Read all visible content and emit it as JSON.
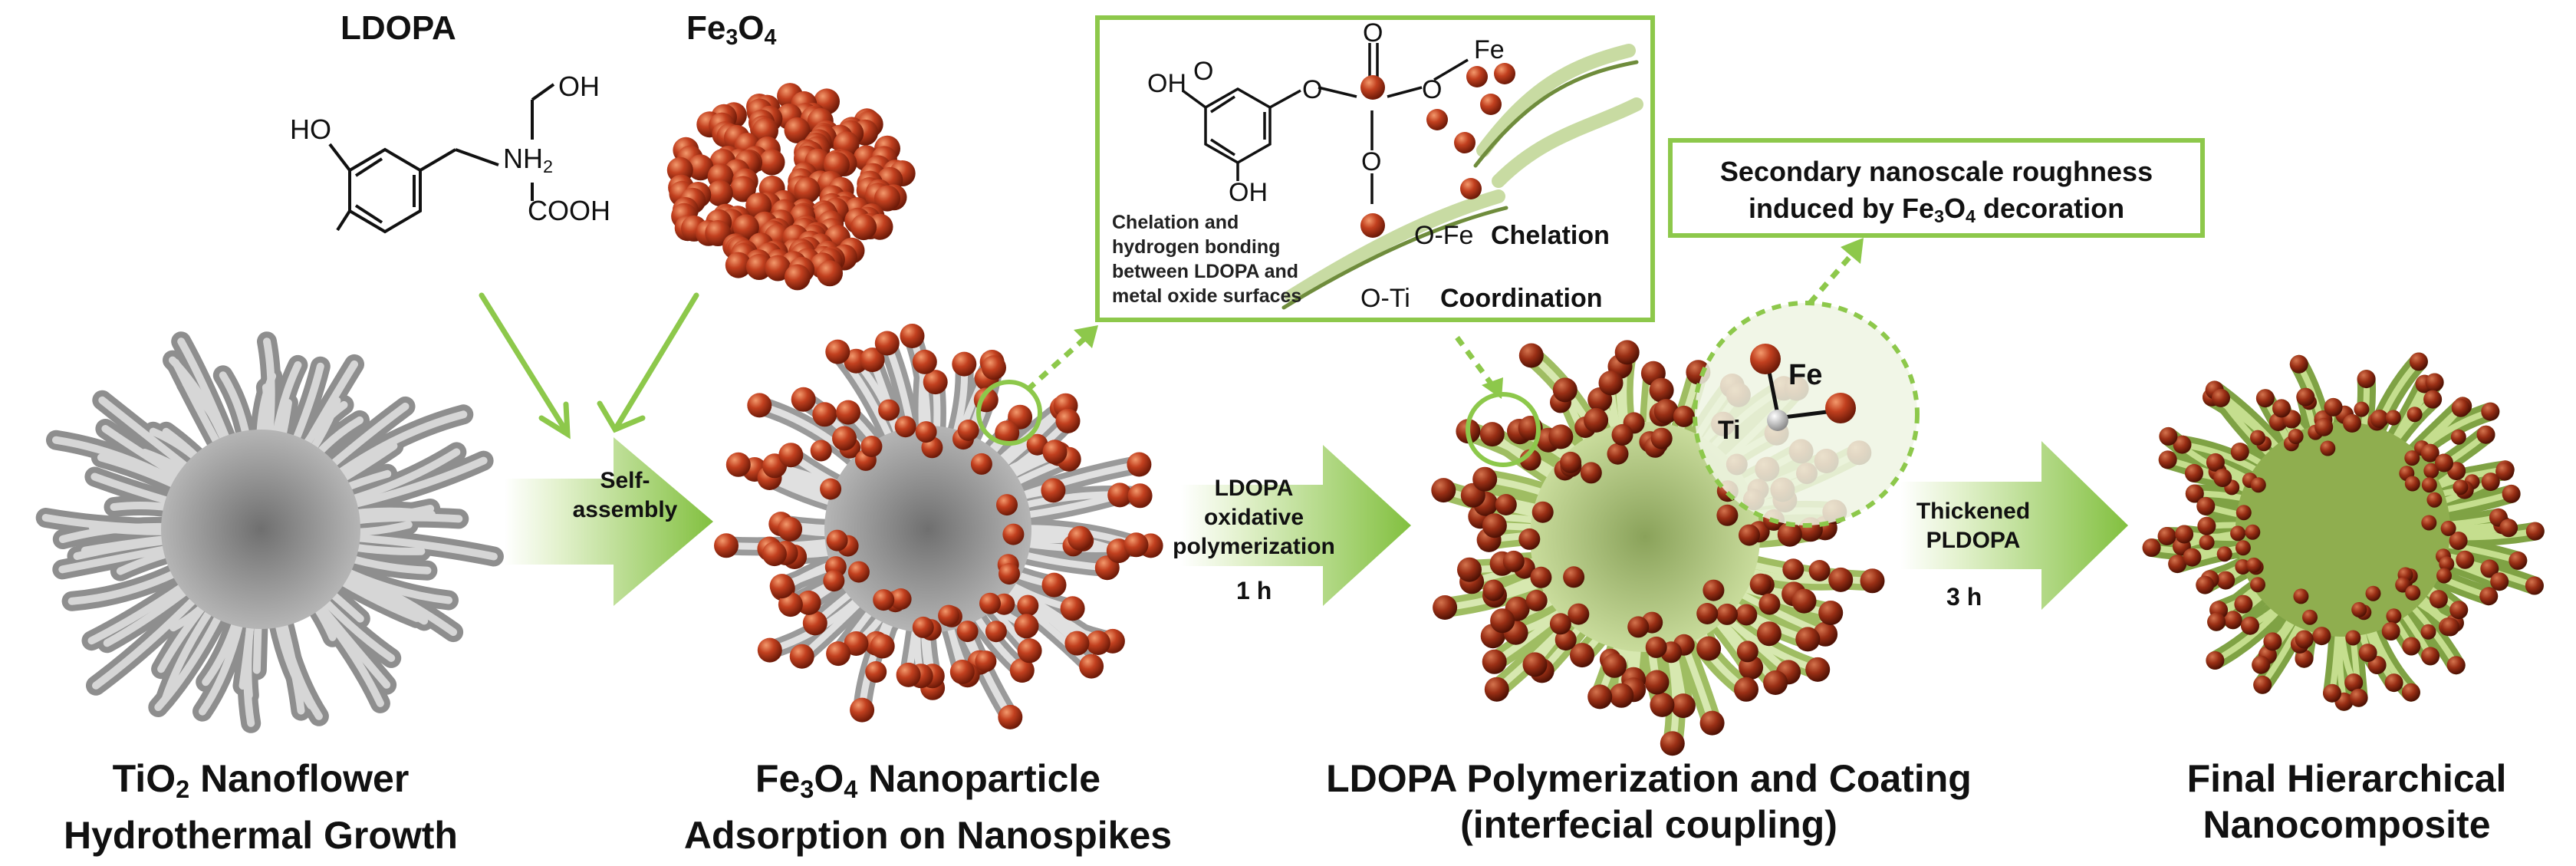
{
  "reagents": {
    "ldopa": "LDOPA",
    "fe3o4": "Fe3O4"
  },
  "molecule_atoms": {
    "ho": "HO",
    "oh": "OH",
    "nh2": "NH2",
    "cooh": "COOH"
  },
  "steps": [
    {
      "line1": "TiO2 Nanoflower",
      "line2": "Hydrothermal Growth"
    },
    {
      "line1": "Fe3O4 Nanoparticle",
      "line2": "Adsorption on Nanospikes"
    },
    {
      "line1": "LDOPA Polymerization and Coating",
      "line2": "(interfecial coupling)"
    },
    {
      "line1": "Final Hierarchical",
      "line2": "Nanocomposite"
    }
  ],
  "arrows": [
    {
      "line1": "Self-",
      "line2": "assembly",
      "line3": "",
      "time": ""
    },
    {
      "line1": "LDOPA",
      "line2": "oxidative",
      "line3": "polymerization",
      "time": "1 h"
    },
    {
      "line1": "Thickened",
      "line2": "PLDOPA",
      "line3": "",
      "time": "3 h"
    }
  ],
  "inset": {
    "oh_left": "OH",
    "oh_bottom": "OH",
    "fe": "Fe",
    "description": [
      "Chelation and",
      "hydrogen bonding",
      "between LDOPA and",
      "metal oxide surfaces"
    ],
    "ofe": "O-Fe",
    "chelation": "Chelation",
    "oti": "O-Ti",
    "coordination": "Coordination"
  },
  "callout": {
    "line1": "Secondary nanoscale roughness",
    "line2": "induced by Fe3O4 decoration"
  },
  "zoom_labels": {
    "fe": "Fe",
    "ti": "Ti"
  },
  "colors": {
    "green_accent": "#8dc84b",
    "fe3o4_particle": "#c2401f",
    "tio2_gray": "#8e8e8e",
    "coating_green": "#a9c86c"
  }
}
